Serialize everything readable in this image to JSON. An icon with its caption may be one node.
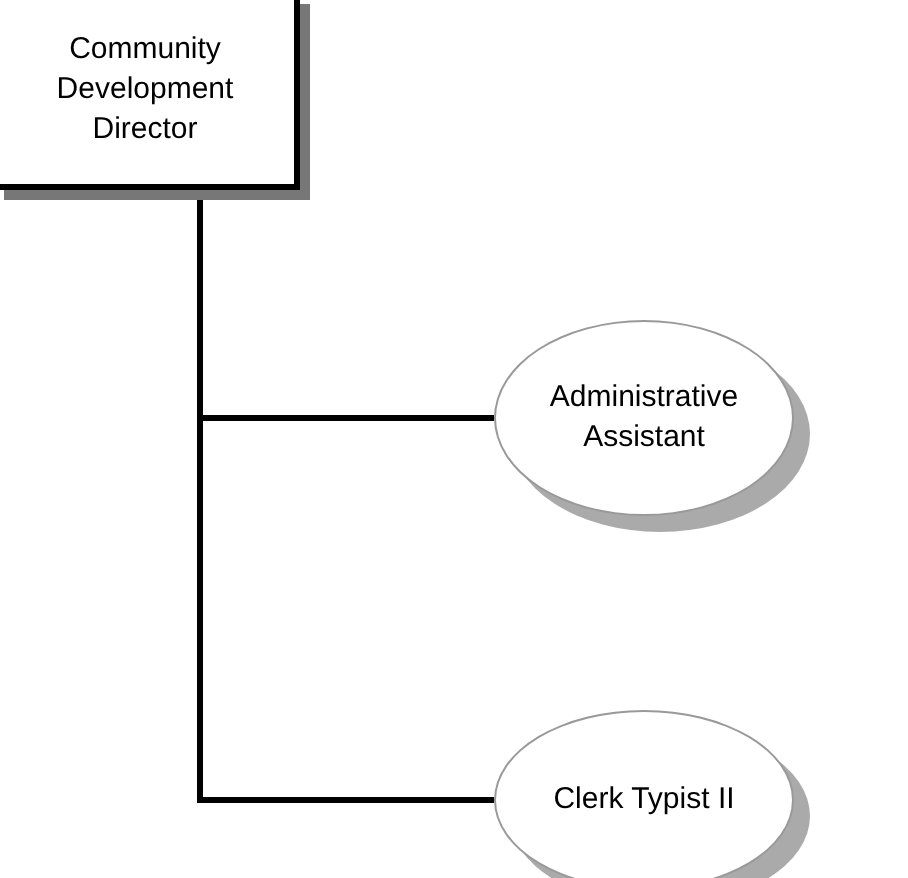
{
  "diagram": {
    "nodes": [
      {
        "text": [
          "Community Development Director"
        ]
      },
      {
        "text": [
          "Administrative Assistant"
        ]
      },
      {
        "text": [
          "Clerk Typist II"
        ]
      }
    ],
    "edges": [
      {
        "from": 0,
        "to": 1,
        "arrow": "none"
      },
      {
        "from": 0,
        "to": 2,
        "arrow": "none"
      }
    ]
  }
}
